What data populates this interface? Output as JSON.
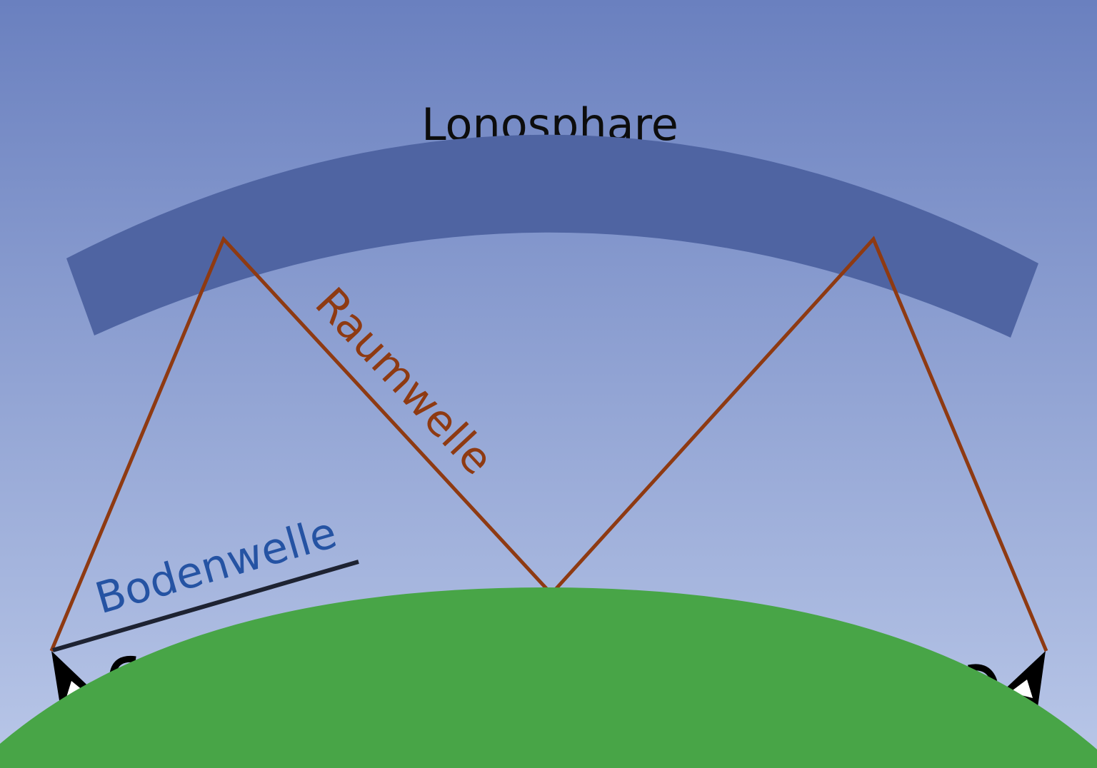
{
  "diagram": {
    "title": "Lonosphare",
    "sky_wave_label": "Raumwelle",
    "ground_wave_label": "Bodenwelle"
  },
  "colors": {
    "sky_top": "#6a80bf",
    "sky_bottom": "#b9c7e8",
    "ionosphere_band": "#4f64a2",
    "earth": "#48a547",
    "sky_wave": "#8e3a12",
    "ground_wave_line": "#1e2332",
    "ground_wave_text": "#2553a3",
    "title_text": "#0d0d0d",
    "antenna": "#000000"
  },
  "icons": {
    "left_antenna": "antenna-icon",
    "right_antenna": "antenna-icon"
  }
}
